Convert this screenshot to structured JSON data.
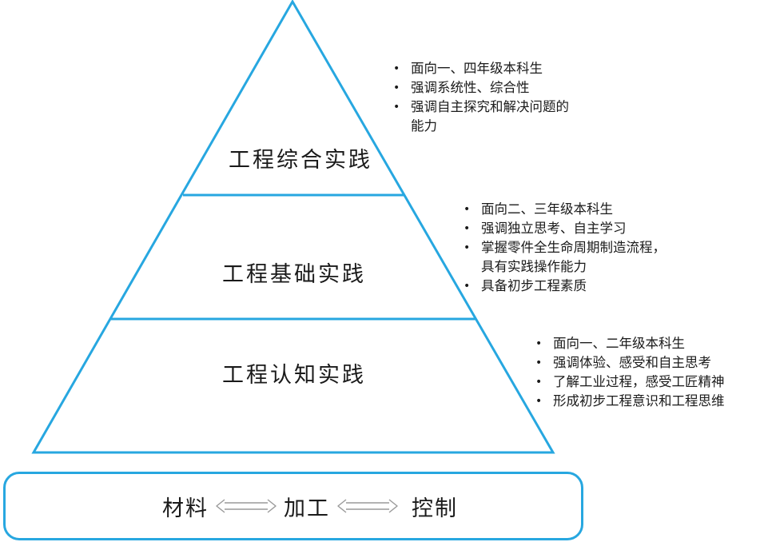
{
  "pyramid": {
    "tiers": [
      {
        "label": "工程综合实践"
      },
      {
        "label": "工程基础实践"
      },
      {
        "label": "工程认知实践"
      }
    ],
    "stroke_color": "#27a7e0"
  },
  "bullets": {
    "top": [
      "面向一、四年级本科生",
      "强调系统性、综合性",
      "强调自主探究和解决问题的\n能力"
    ],
    "middle": [
      "面向二、三年级本科生",
      "强调独立思考、自主学习",
      "掌握零件全生命周期制造流程，\n具有实践操作能力",
      "具备初步工程素质"
    ],
    "bottom": [
      "面向一、二年级本科生",
      "强调体验、感受和自主思考",
      "了解工业过程，感受工匠精神",
      "形成初步工程意识和工程思维"
    ]
  },
  "foundation": {
    "items": [
      "材料",
      "加工",
      "控制"
    ],
    "border_color": "#27a7e0"
  }
}
